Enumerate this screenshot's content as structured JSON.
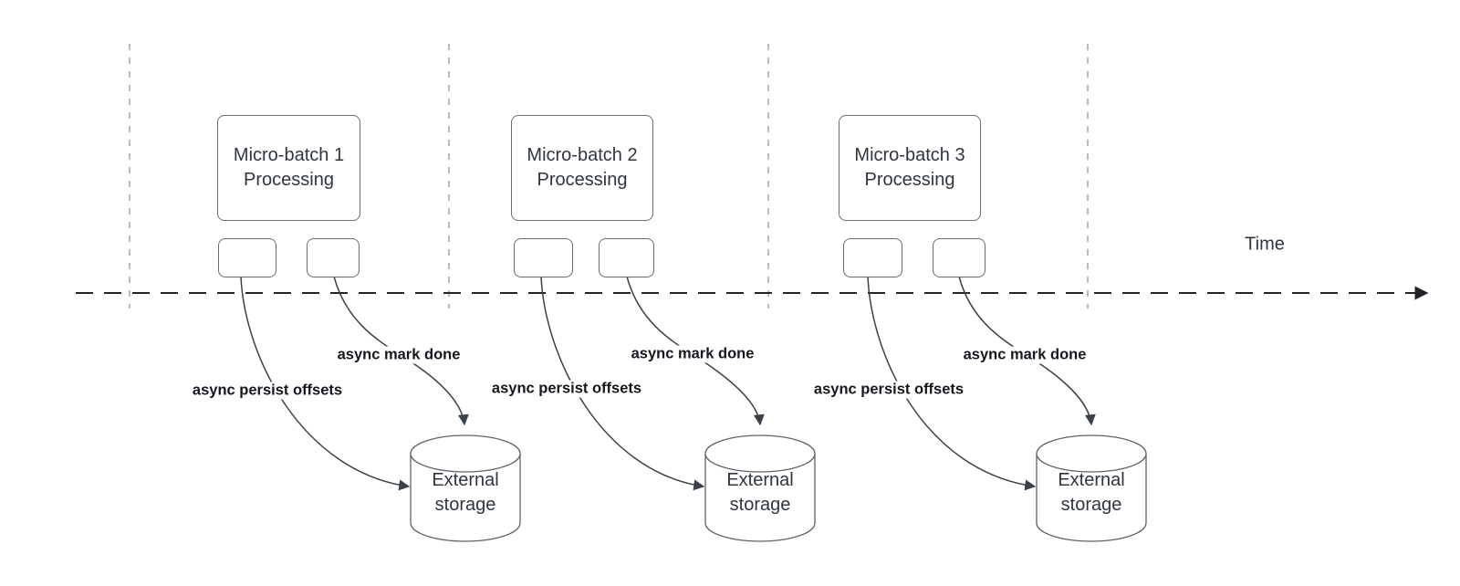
{
  "diagram": {
    "time_axis_label": "Time",
    "groups": [
      {
        "title_line1": "Micro-batch 1",
        "title_line2": "Processing",
        "persist_label": "async persist offsets",
        "mark_done_label": "async mark done",
        "storage_line1": "External",
        "storage_line2": "storage"
      },
      {
        "title_line1": "Micro-batch 2",
        "title_line2": "Processing",
        "persist_label": "async persist offsets",
        "mark_done_label": "async mark done",
        "storage_line1": "External",
        "storage_line2": "storage"
      },
      {
        "title_line1": "Micro-batch 3",
        "title_line2": "Processing",
        "persist_label": "async persist offsets",
        "mark_done_label": "async mark done",
        "storage_line1": "External",
        "storage_line2": "storage"
      }
    ],
    "colors": {
      "box_border": "#686d75",
      "box_text": "#30363f",
      "label_text": "#14181c",
      "connector": "#3a4149",
      "gridline": "#a6a6a6",
      "timeline": "#202428",
      "background": "#ffffff"
    }
  }
}
